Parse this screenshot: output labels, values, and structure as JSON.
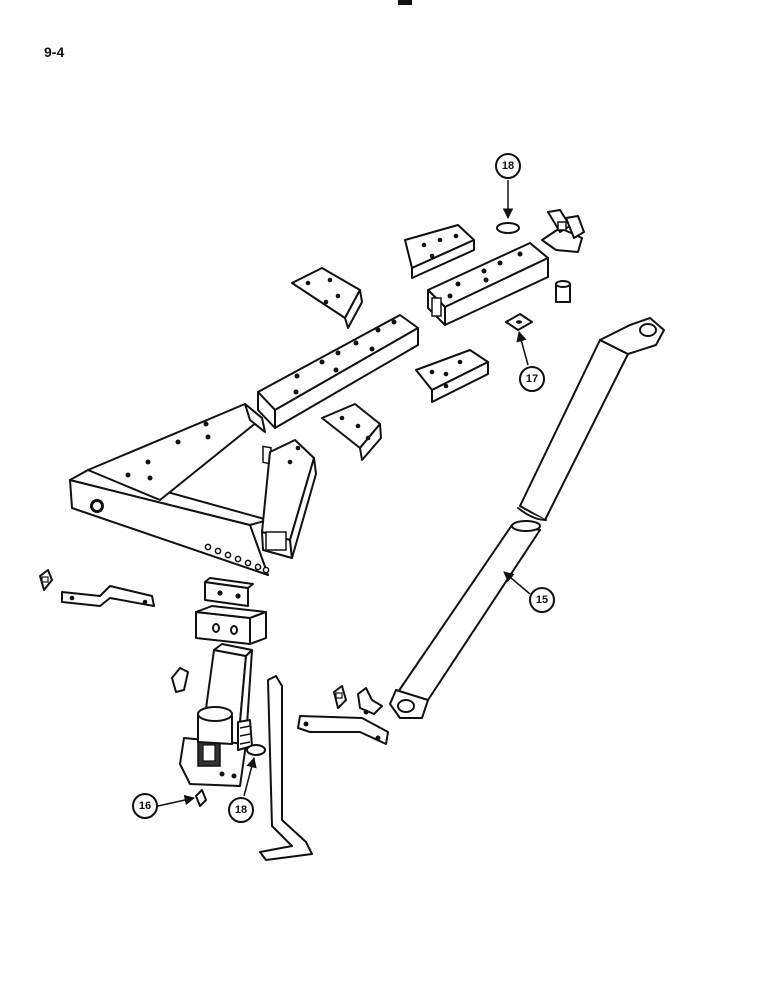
{
  "page_number": "9-4",
  "callouts": [
    {
      "label": "18",
      "id": "washer-top"
    },
    {
      "label": "17",
      "id": "nut-plate"
    },
    {
      "label": "15",
      "id": "brace-bar"
    },
    {
      "label": "16",
      "id": "pin-clip"
    },
    {
      "label": "18",
      "id": "washer-bottom"
    }
  ]
}
